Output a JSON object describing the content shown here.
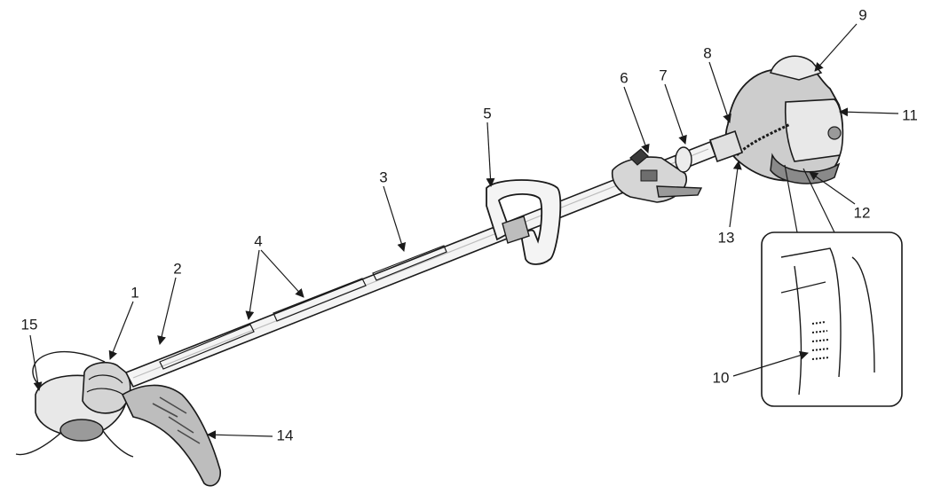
{
  "callouts": {
    "c1": "1",
    "c2": "2",
    "c3": "3",
    "c4": "4",
    "c5": "5",
    "c6": "6",
    "c7": "7",
    "c8": "8",
    "c9": "9",
    "c10": "10",
    "c11": "11",
    "c12": "12",
    "c13": "13",
    "c14": "14",
    "c15": "15"
  },
  "colors": {
    "stroke": "#1a1a1a",
    "shade": "#cfcfcf",
    "light": "#ececec",
    "dark": "#6e6e6e"
  }
}
